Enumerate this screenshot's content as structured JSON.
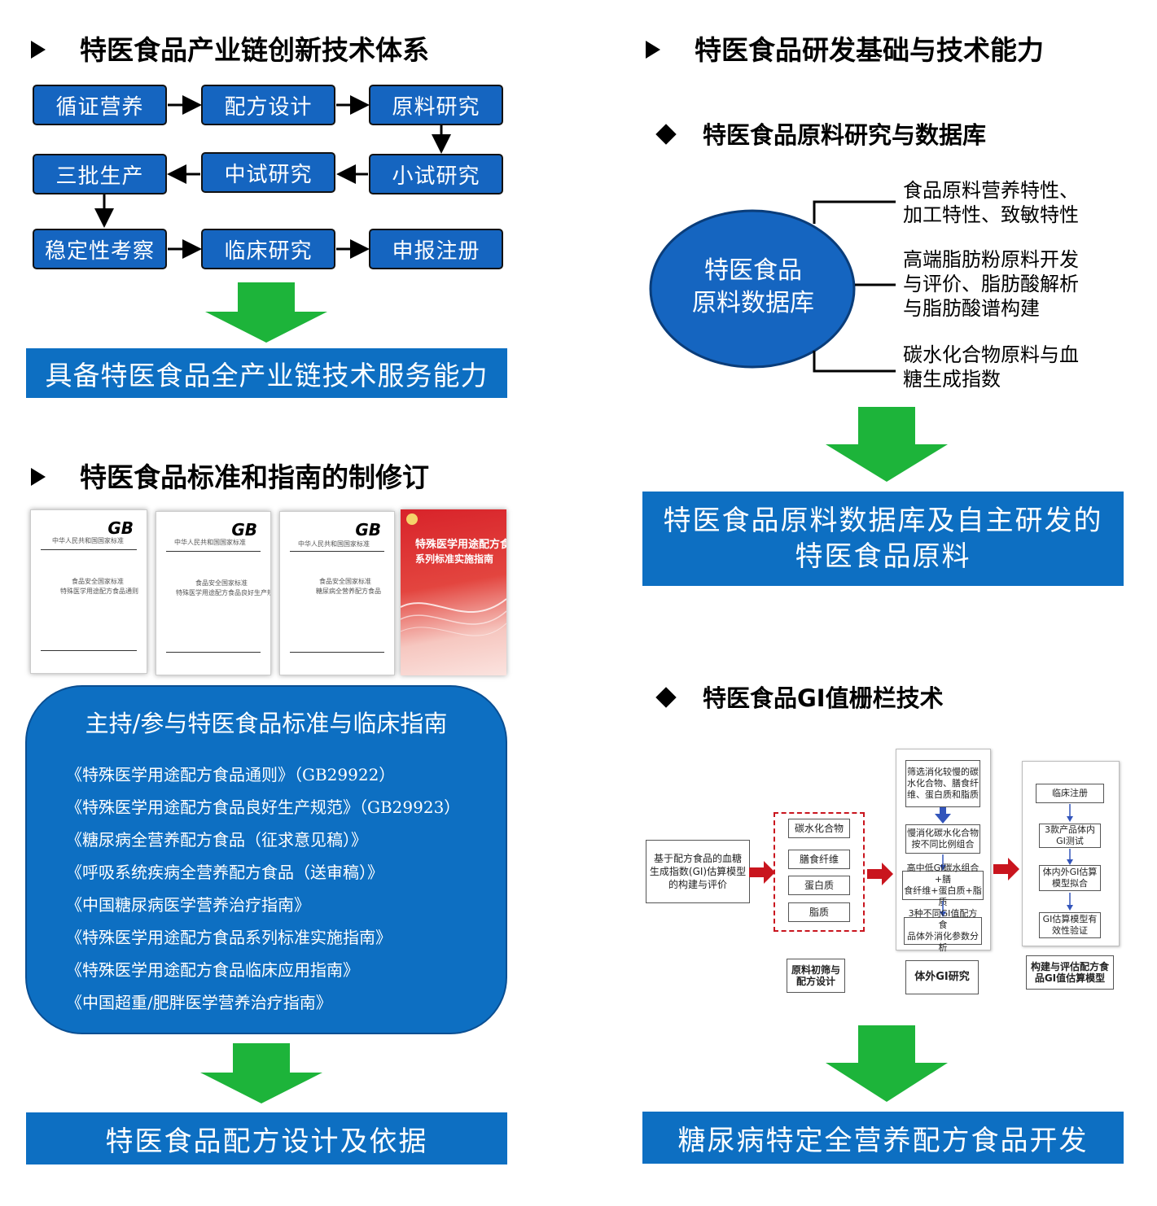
{
  "left": {
    "section1_title": "特医食品产业链创新技术体系",
    "flow": [
      "循证营养",
      "配方设计",
      "原料研究",
      "小试研究",
      "中试研究",
      "三批生产",
      "稳定性考察",
      "临床研究",
      "申报注册"
    ],
    "banner1": "具备特医食品全产业链技术服务能力",
    "section2_title": "特医食品标准和指南的制修订",
    "docs": [
      {
        "gb": "GB",
        "header": "中华人民共和国国家标准",
        "line1": "食品安全国家标准",
        "line2": "特殊医学用途配方食品通则"
      },
      {
        "gb": "GB",
        "header": "中华人民共和国国家标准",
        "line1": "食品安全国家标准",
        "line2": "特殊医学用途配方食品良好生产规范"
      },
      {
        "gb": "GB",
        "header": "中华人民共和国国家标准",
        "line1": "食品安全国家标准",
        "line2": "糖尿病全营养配方食品"
      }
    ],
    "book": {
      "title": "特殊医学用途配方食品",
      "subtitle": "系列标准实施指南"
    },
    "standards_title": "主持/参与特医食品标准与临床指南",
    "standards": [
      "《特殊医学用途配方食品通则》（GB29922）",
      "《特殊医学用途配方食品良好生产规范》（GB29923）",
      "《糖尿病全营养配方食品（征求意见稿）》",
      "《呼吸系统疾病全营养配方食品（送审稿）》",
      "《中国糖尿病医学营养治疗指南》",
      "《特殊医学用途配方食品系列标准实施指南》",
      "《特殊医学用途配方食品临床应用指南》",
      "《中国超重/肥胖医学营养治疗指南》"
    ],
    "banner2": "特医食品配方设计及依据"
  },
  "right": {
    "section_title": "特医食品研发基础与技术能力",
    "sub1_title": "特医食品原料研究与数据库",
    "ellipse_line1": "特医食品",
    "ellipse_line2": "原料数据库",
    "branches": [
      [
        "食品原料营养特性、",
        "加工特性、致敏特性"
      ],
      [
        "高端脂肪粉原料开发",
        "与评价、脂肪酸解析",
        "与脂肪酸谱构建"
      ],
      [
        "碳水化合物原料与血",
        "糖生成指数"
      ]
    ],
    "banner1_line1": "特医食品原料数据库及自主研发的",
    "banner1_line2": "特医食品原料",
    "sub2_title": "特医食品GI值栅栏技术",
    "gi": {
      "start": [
        "基于配方食品的血糖",
        "生成指数(GI)估算模型",
        "的构建与评价"
      ],
      "col1": [
        "碳水化合物",
        "膳食纤维",
        "蛋白质",
        "脂质"
      ],
      "col1_label": [
        "原料初筛与",
        "配方设计"
      ],
      "col2": [
        [
          "筛选消化较慢的碳",
          "水化合物、膳食纤",
          "维、蛋白质和脂质"
        ],
        [
          "慢消化碳水化合物",
          "按不同比例组合"
        ],
        [
          "高中低GI碳水组合+膳",
          "食纤维+蛋白质+脂质"
        ],
        [
          "3种不同GI值配方食",
          "品体外消化参数分析"
        ]
      ],
      "col2_label": "体外GI研究",
      "col3": [
        [
          "临床注册"
        ],
        [
          "3款产品体内",
          "GI测试"
        ],
        [
          "体内外GI估算",
          "模型拟合"
        ],
        [
          "GI估算模型有",
          "效性验证"
        ]
      ],
      "col3_label": [
        "构建与评估配方食",
        "品GI值估算模型"
      ]
    },
    "banner2": "糖尿病特定全营养配方食品开发"
  },
  "colors": {
    "blue": "#1565c0",
    "banner": "#0d6fc2",
    "green": "#1db43a",
    "red": "#c9151e"
  }
}
